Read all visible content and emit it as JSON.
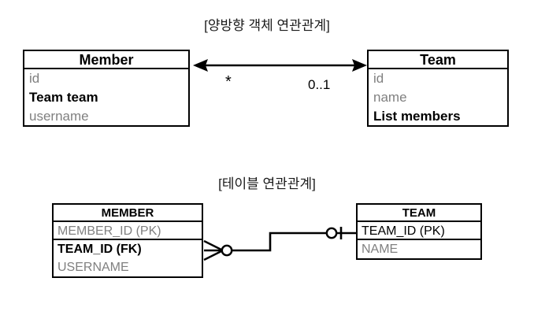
{
  "diagram": {
    "background_color": "#ffffff",
    "line_color": "#000000",
    "muted_text_color": "#808080",
    "emphasis_text_color": "#000000"
  },
  "object_diagram": {
    "title": "[양방향 객체 연관관계]",
    "member_class": {
      "name": "Member",
      "fields": [
        {
          "text": "id",
          "emphasis": "normal"
        },
        {
          "text": "Team team",
          "emphasis": "bold"
        },
        {
          "text": "username",
          "emphasis": "normal"
        }
      ]
    },
    "team_class": {
      "name": "Team",
      "fields": [
        {
          "text": "id",
          "emphasis": "normal"
        },
        {
          "text": "name",
          "emphasis": "normal"
        },
        {
          "text": "List members",
          "emphasis": "bold"
        }
      ]
    },
    "association": {
      "type": "bidirectional-arrow",
      "left_multiplicity": "*",
      "right_multiplicity": "0..1"
    }
  },
  "table_diagram": {
    "title": "[테이블 연관관계]",
    "member_table": {
      "name": "MEMBER",
      "columns": [
        {
          "text": "MEMBER_ID (PK)",
          "emphasis": "normal"
        },
        {
          "text": "TEAM_ID (FK)",
          "emphasis": "bold"
        },
        {
          "text": "USERNAME",
          "emphasis": "normal"
        }
      ]
    },
    "team_table": {
      "name": "TEAM",
      "columns": [
        {
          "text": "TEAM_ID (PK)",
          "emphasis": "strong"
        },
        {
          "text": "NAME",
          "emphasis": "normal"
        }
      ]
    },
    "relationship": {
      "type": "crows-foot",
      "member_end": "zero-or-many",
      "team_end": "zero-or-one"
    }
  }
}
